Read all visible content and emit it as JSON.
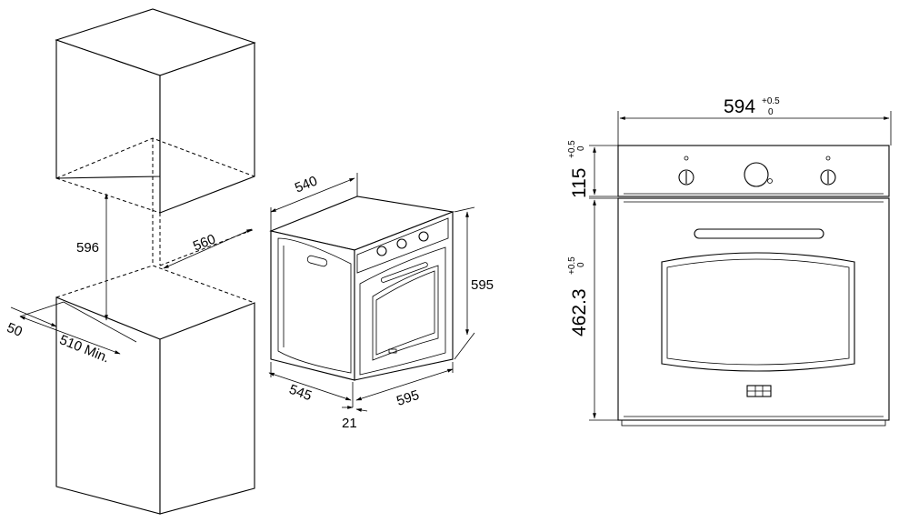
{
  "left_view": {
    "dim_height": "596",
    "dim_width": "560",
    "dim_gap": "50",
    "dim_depth": "510 Min."
  },
  "middle_view": {
    "dim_top_depth": "540",
    "dim_side_depth": "545",
    "dim_front_width": "595",
    "dim_height": "595",
    "dim_door": "21"
  },
  "right_view": {
    "width_value": "594",
    "width_tol_plus": "+0.5",
    "width_tol_zero": "0",
    "panel_value": "115",
    "panel_tol_plus": "+0.5",
    "panel_tol_zero": "0",
    "door_value": "462.3",
    "door_tol_plus": "+0.5",
    "door_tol_zero": "0"
  }
}
